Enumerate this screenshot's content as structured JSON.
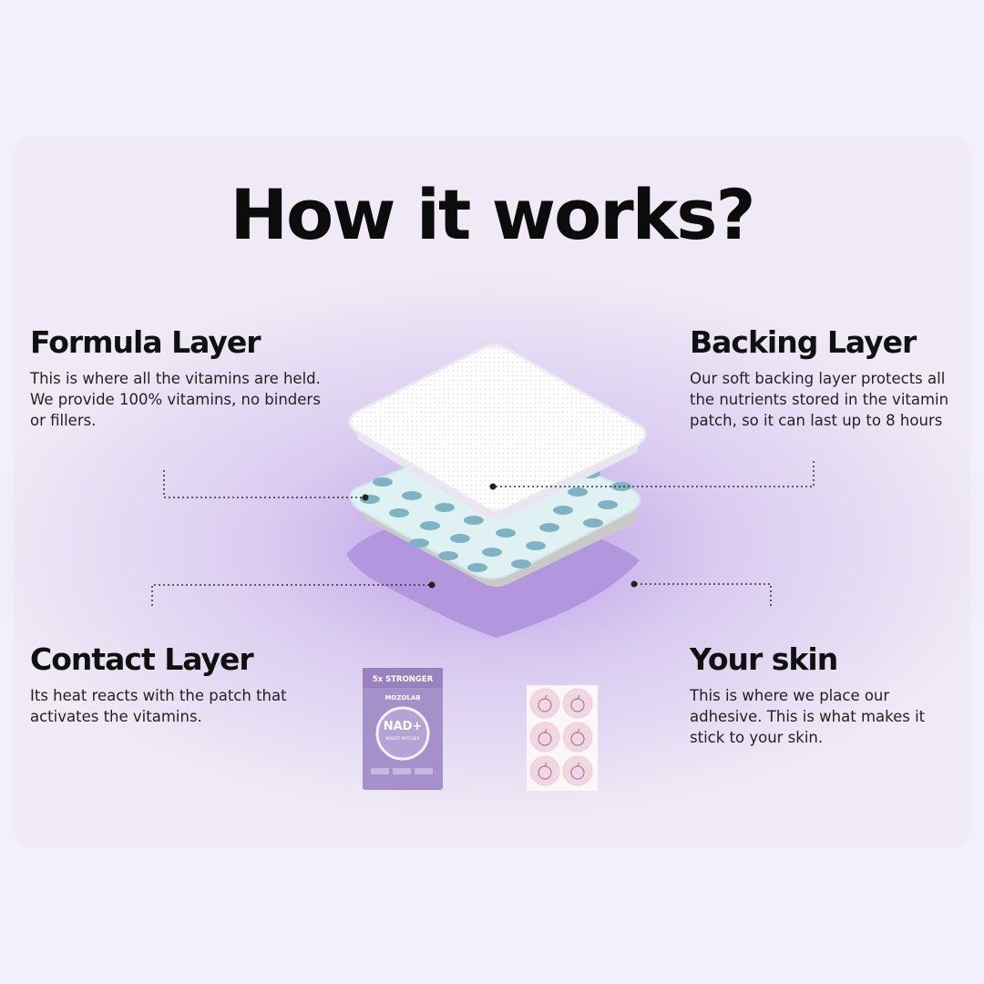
{
  "title": "How it works?",
  "sections": [
    {
      "id": "formula",
      "heading": "Formula Layer",
      "body": "This is where all the vitamins are held. We provide 100% vitamins, no binders or fillers."
    },
    {
      "id": "backing",
      "heading": "Backing Layer",
      "body": "Our soft backing layer protects all the nutrients stored in the vitamin patch, so it can last up to 8 hours"
    },
    {
      "id": "contact",
      "heading": "Contact Layer",
      "body": "Its heat reacts with the patch that activates the vitamins."
    },
    {
      "id": "skin",
      "heading": "Your skin",
      "body": "This is where we place our adhesive. This is what makes it stick to your skin."
    }
  ],
  "pouch": {
    "badge": "5x STRONGER",
    "brand": "MOZOLAB",
    "product": "NAD+",
    "subtitle": "BOOST PATCHES",
    "color": "#a690c9"
  },
  "colors": {
    "background": "#f2f0fa",
    "card": "#efeaf6",
    "skin_layer": "#b296de",
    "backing_layer": "#ffffff",
    "formula_layer": "#dff1f2",
    "formula_dots": "#7fb3c4",
    "contact_layer": "#c9c9c7",
    "patch_sheet": "#f9e6ea"
  }
}
